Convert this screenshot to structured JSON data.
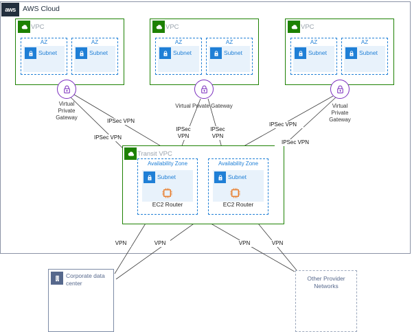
{
  "diagram": {
    "title": "AWS Transit VPC architecture",
    "cloud": {
      "label": "AWS Cloud",
      "logo_text": "aws",
      "border_color": "#8a92a5"
    },
    "colors": {
      "vpc_green": "#1d8102",
      "subnet_blue": "#1f7fd6",
      "az_blue": "#1f7fd6",
      "gateway_purple": "#7b2fbe",
      "ec2_orange": "#e8761f",
      "onprem_navy": "#56688c",
      "subnet_fill": "#e8f2fb"
    },
    "vpcs": [
      {
        "label": "VPC",
        "icon": "vpc-cloud-icon",
        "azs": [
          {
            "label": "AZ",
            "subnet": {
              "label": "Subnet",
              "icon": "subnet-lock-icon"
            }
          },
          {
            "label": "AZ",
            "subnet": {
              "label": "Subnet",
              "icon": "subnet-lock-icon"
            }
          }
        ],
        "gateway": {
          "label": "Virtual\nPrivate\nGateway",
          "icon": "virtual-private-gateway-icon"
        }
      },
      {
        "label": "VPC",
        "icon": "vpc-cloud-icon",
        "azs": [
          {
            "label": "AZ",
            "subnet": {
              "label": "Subnet",
              "icon": "subnet-lock-icon"
            }
          },
          {
            "label": "AZ",
            "subnet": {
              "label": "Subnet",
              "icon": "subnet-lock-icon"
            }
          }
        ],
        "gateway": {
          "label": "Virtual Private Gateway",
          "icon": "virtual-private-gateway-icon"
        }
      },
      {
        "label": "VPC",
        "icon": "vpc-cloud-icon",
        "azs": [
          {
            "label": "AZ",
            "subnet": {
              "label": "Subnet",
              "icon": "subnet-lock-icon"
            }
          },
          {
            "label": "AZ",
            "subnet": {
              "label": "Subnet",
              "icon": "subnet-lock-icon"
            }
          }
        ],
        "gateway": {
          "label": "Virtual\nPrivate\nGateway",
          "icon": "virtual-private-gateway-icon"
        }
      }
    ],
    "transit_vpc": {
      "label": "Transit VPC",
      "icon": "vpc-cloud-icon",
      "azs": [
        {
          "label": "Availability Zone",
          "subnet": {
            "label": "Subnet",
            "icon": "subnet-lock-icon"
          },
          "instance": {
            "label": "EC2 Router",
            "icon": "ec2-instance-icon"
          }
        },
        {
          "label": "Availability Zone",
          "subnet": {
            "label": "Subnet",
            "icon": "subnet-lock-icon"
          },
          "instance": {
            "label": "EC2 Router",
            "icon": "ec2-instance-icon"
          }
        }
      ]
    },
    "connection_labels": {
      "ipsec_left_upper": "IPSec VPN",
      "ipsec_left_lower": "IPSec VPN",
      "ipsec_center_left": "IPSec\nVPN",
      "ipsec_center_right": "IPSec\nVPN",
      "ipsec_right_upper": "IPSec VPN",
      "ipsec_right_lower": "IPSec VPN",
      "vpn_1": "VPN",
      "vpn_2": "VPN",
      "vpn_3": "VPN",
      "vpn_4": "VPN"
    },
    "external": {
      "corporate_data_center": {
        "label": "Corporate data center",
        "icon": "datacenter-building-icon"
      },
      "other_provider_networks": {
        "label": "Other Provider Networks"
      }
    }
  }
}
